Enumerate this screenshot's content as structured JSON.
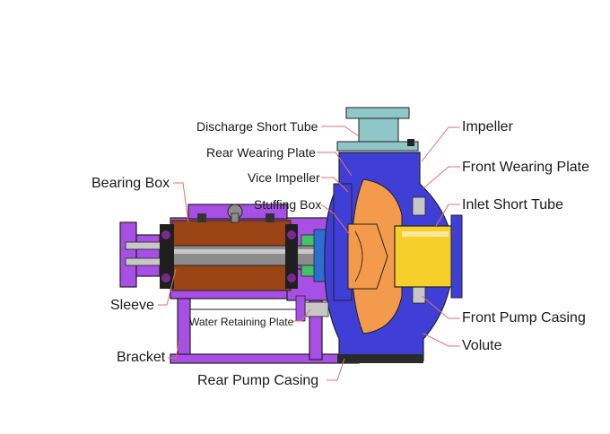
{
  "diagram": {
    "colors": {
      "casing": "#3f3fd8",
      "bracket": "#a84fe6",
      "bearing_box": "#9b4514",
      "impeller": "#f39a4c",
      "inlet": "#f6cf2a",
      "shaft": "#8c8c8c",
      "tube": "#8fc6c8",
      "stuffing": "#44c26a",
      "leader": "#e07070"
    },
    "labels": {
      "discharge_short_tube": "Discharge Short Tube",
      "rear_wearing_plate": "Rear Wearing Plate",
      "vice_impeller": "Vice Impeller",
      "stuffing_box": "Stuffing Box",
      "bearing_box": "Bearing Box",
      "sleeve": "Sleeve",
      "water_retaining_plate": "Water Retaining Plate",
      "bracket": "Bracket",
      "rear_pump_casing": "Rear Pump Casing",
      "impeller": "Impeller",
      "front_wearing_plate": "Front Wearing Plate",
      "inlet_short_tube": "Inlet Short Tube",
      "front_pump_casing": "Front Pump Casing",
      "volute": "Volute"
    }
  }
}
